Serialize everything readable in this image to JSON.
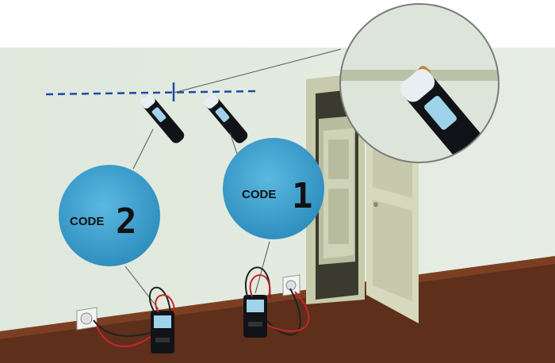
{
  "scene": {
    "colors": {
      "wall": "#dfe7dc",
      "wall_shade": "#cfdacd",
      "floor": "#5e2f1a",
      "baseboard": "#7a3f22",
      "door": "#d9dcc0",
      "door_frame": "#c8cca8",
      "bubble": "#3f9fcc",
      "dashed_line": "#1a4aa8",
      "tester_body": "#111318",
      "tester_screen": "#9fd3ea",
      "lead_red": "#c8242b"
    }
  },
  "bubble_left": {
    "code_label": "CODE",
    "digit": "2"
  },
  "bubble_right": {
    "code_label": "CODE",
    "digit": "1"
  },
  "icons": [
    "wire-detector-icon",
    "transmitter-unit-icon",
    "wall-socket-icon",
    "test-lead-icon",
    "zoom-lens-icon"
  ]
}
